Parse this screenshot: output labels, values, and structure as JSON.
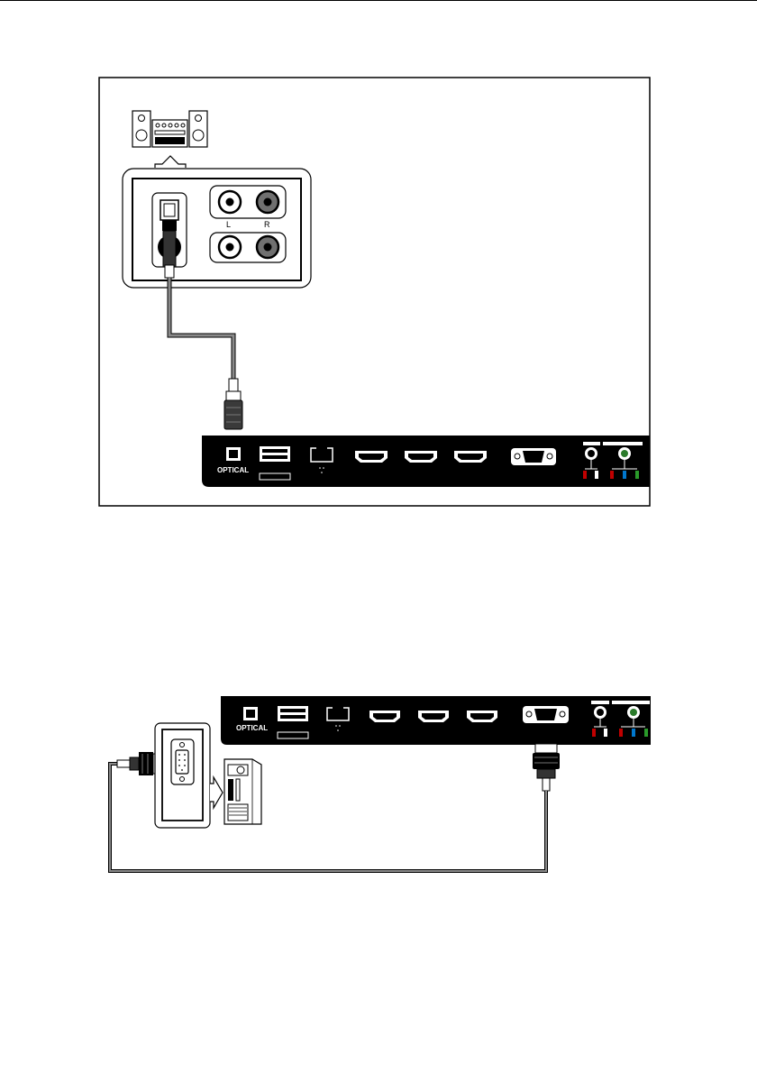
{
  "diagram1": {
    "labels": {
      "optical": "OPTICAL",
      "left": "L",
      "right": "R"
    }
  },
  "diagram2": {
    "labels": {
      "optical": "OPTICAL"
    }
  },
  "colors": {
    "panel": "#000000",
    "cable": "#8a8a8a",
    "jack_grey": "#707070"
  }
}
